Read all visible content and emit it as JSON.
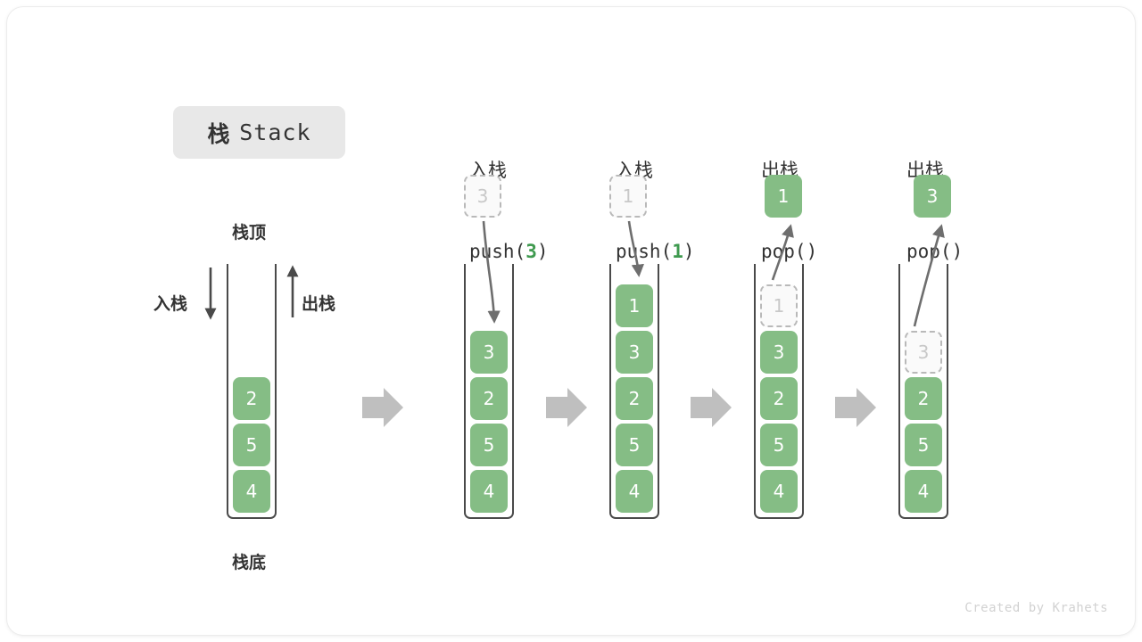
{
  "title": {
    "cn": "栈",
    "en": "Stack"
  },
  "labels": {
    "top": "栈顶",
    "bottom": "栈底",
    "push_side": "入栈",
    "pop_side": "出栈"
  },
  "footer": "Created by Krahets",
  "colors": {
    "element_green": "#85bd85",
    "ghost_gray": "#c8c8c8",
    "arrow_gray": "#6e6e6e",
    "flow_arrow_gray": "#bfbfbf",
    "title_chip_bg": "#e8e8e8",
    "accent_code": "#3f9a4f"
  },
  "operations": [
    {
      "cn": "入栈",
      "code_prefix": "push(",
      "arg": "3",
      "code_suffix": ")"
    },
    {
      "cn": "入栈",
      "code_prefix": "push(",
      "arg": "1",
      "code_suffix": ")"
    },
    {
      "cn": "出栈",
      "code_prefix": "pop(",
      "arg": "",
      "code_suffix": ")"
    },
    {
      "cn": "出栈",
      "code_prefix": "pop(",
      "arg": "",
      "code_suffix": ")"
    }
  ],
  "states": [
    {
      "name": "initial",
      "cells": [
        {
          "value": "2",
          "ghost": false
        },
        {
          "value": "5",
          "ghost": false
        },
        {
          "value": "4",
          "ghost": false
        }
      ]
    },
    {
      "name": "after-push-3",
      "cells": [
        {
          "value": "3",
          "ghost": false
        },
        {
          "value": "2",
          "ghost": false
        },
        {
          "value": "5",
          "ghost": false
        },
        {
          "value": "4",
          "ghost": false
        }
      ]
    },
    {
      "name": "after-push-1",
      "cells": [
        {
          "value": "1",
          "ghost": false
        },
        {
          "value": "3",
          "ghost": false
        },
        {
          "value": "2",
          "ghost": false
        },
        {
          "value": "5",
          "ghost": false
        },
        {
          "value": "4",
          "ghost": false
        }
      ]
    },
    {
      "name": "after-pop-1",
      "cells": [
        {
          "value": "1",
          "ghost": true
        },
        {
          "value": "3",
          "ghost": false
        },
        {
          "value": "2",
          "ghost": false
        },
        {
          "value": "5",
          "ghost": false
        },
        {
          "value": "4",
          "ghost": false
        }
      ]
    },
    {
      "name": "after-pop-3",
      "cells": [
        {
          "value": "3",
          "ghost": true
        },
        {
          "value": "2",
          "ghost": false
        },
        {
          "value": "5",
          "ghost": false
        },
        {
          "value": "4",
          "ghost": false
        }
      ]
    }
  ],
  "floating_boxes": [
    {
      "value": "3",
      "ghost": true,
      "role": "incoming-push-value"
    },
    {
      "value": "1",
      "ghost": true,
      "role": "incoming-push-value"
    },
    {
      "value": "1",
      "ghost": false,
      "role": "popped-value"
    },
    {
      "value": "3",
      "ghost": false,
      "role": "popped-value"
    }
  ]
}
